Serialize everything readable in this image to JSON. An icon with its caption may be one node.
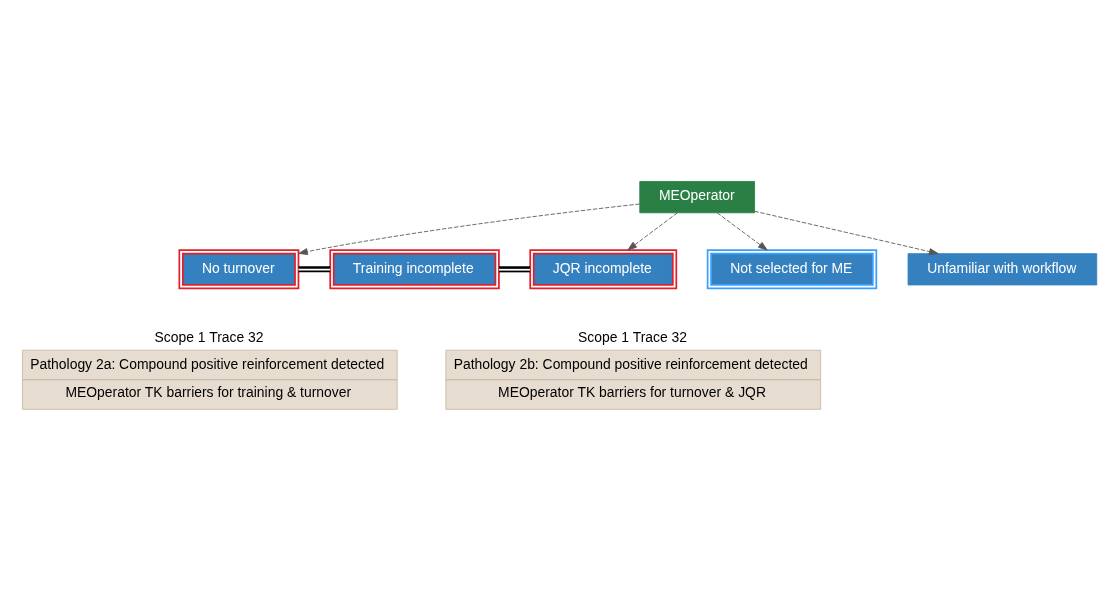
{
  "diagram": {
    "nodes": [
      {
        "text": [
          "MEOperator"
        ]
      },
      {
        "text": [
          "No turnover"
        ]
      },
      {
        "text": [
          "Training incomplete"
        ]
      },
      {
        "text": [
          "JQR incomplete"
        ]
      },
      {
        "text": [
          "Not selected for ME"
        ]
      },
      {
        "text": [
          "Unfamiliar with workflow"
        ]
      },
      {
        "text": [
          "Scope 1 Trace 32",
          "Pathology 2a: Compound positive reinforcement detected",
          "MEOperator TK barriers for training & turnover"
        ]
      },
      {
        "text": [
          "Scope 1 Trace 32",
          "Pathology 2b: Compound positive reinforcement detected",
          "MEOperator TK barriers for turnover & JQR"
        ]
      }
    ],
    "edges": [
      {
        "from": 0,
        "to": 1,
        "arrow": "to",
        "style": "dashed"
      },
      {
        "from": 0,
        "to": 3,
        "arrow": "to",
        "style": "dashed"
      },
      {
        "from": 1,
        "to": 2,
        "arrow": "none",
        "style": "thick"
      },
      {
        "from": 2,
        "to": 3,
        "arrow": "none",
        "style": "thick"
      },
      {
        "from": 0,
        "to": 4,
        "arrow": "to",
        "style": "dashed"
      },
      {
        "from": 0,
        "to": 5,
        "arrow": "to",
        "style": "dashed"
      }
    ]
  }
}
